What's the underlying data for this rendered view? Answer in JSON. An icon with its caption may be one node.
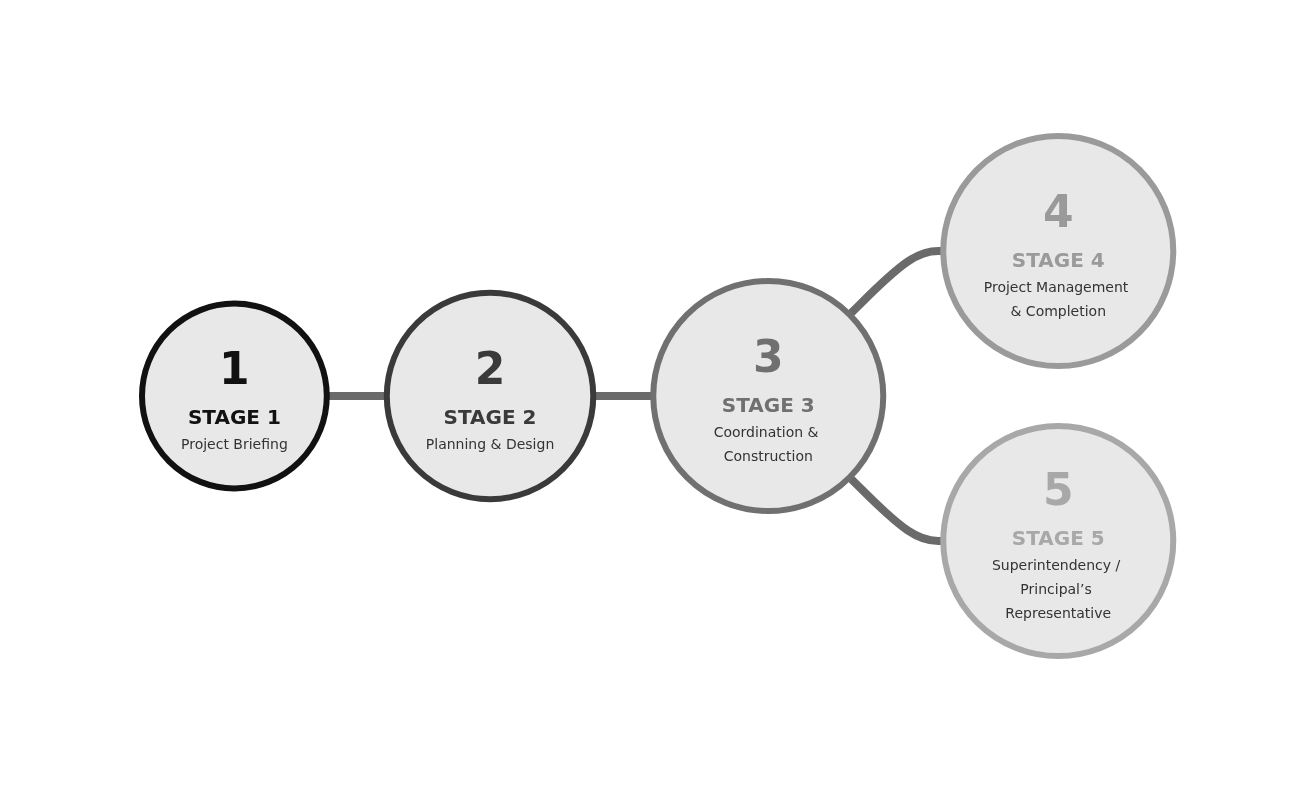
{
  "diagram": {
    "nodes": [
      {
        "text": [
          "1",
          "STAGE 1",
          "Project Briefing"
        ]
      },
      {
        "text": [
          "2",
          "STAGE 2",
          "Planning & Design"
        ]
      },
      {
        "text": [
          "3",
          "STAGE 3",
          "Coordination & Construction"
        ]
      },
      {
        "text": [
          "4",
          "STAGE 4",
          "Project Management & Completion"
        ]
      },
      {
        "text": [
          "5",
          "STAGE 5",
          "Superintendency / Principal’s Representative"
        ]
      }
    ],
    "edges": [
      {
        "from": 0,
        "to": 1,
        "arrow": "none"
      },
      {
        "from": 1,
        "to": 2,
        "arrow": "none"
      },
      {
        "from": 2,
        "to": 3,
        "arrow": "none"
      },
      {
        "from": 2,
        "to": 4,
        "arrow": "none"
      }
    ]
  }
}
